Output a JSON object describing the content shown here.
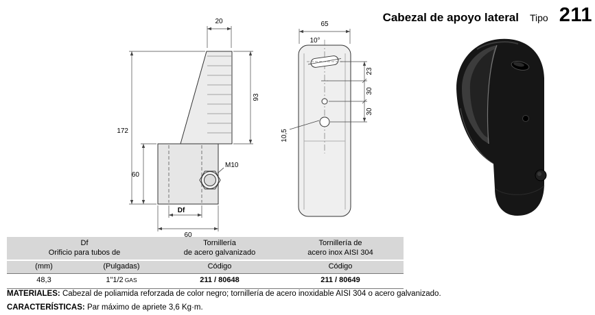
{
  "header": {
    "title": "Cabezal de apoyo lateral",
    "type_label": "Tipo",
    "type_number": "211"
  },
  "side_view": {
    "dim_20": "20",
    "dim_93": "93",
    "dim_172": "172",
    "dim_60_left": "60",
    "dim_60_bottom": "60",
    "dim_df": "Df",
    "thread_label": "M10"
  },
  "front_view": {
    "dim_65": "65",
    "dim_angle": "10°",
    "dim_23": "23",
    "dim_30_a": "30",
    "dim_30_b": "30",
    "dim_105": "10,5"
  },
  "table": {
    "group1_title": "Df",
    "group1_subtitle": "Orificio para tubos de",
    "group2_title": "Tornillería",
    "group2_subtitle": "de acero galvanizado",
    "group3_title": "Tornillería de",
    "group3_subtitle": "acero inox AISI 304",
    "col_mm": "(mm)",
    "col_inches": "(Pulgadas)",
    "col_code_galv": "Código",
    "col_code_inox": "Código",
    "row": {
      "mm": "48,3",
      "inches": "1\"1/2",
      "inches_suffix": "GAS",
      "code_galv": "211 / 80648",
      "code_inox": "211 / 80649"
    }
  },
  "notes": {
    "materials_label": "MATERIALES:",
    "materials_text": "Cabezal de poliamida reforzada de color negro; tornillería de acero inoxidable AISI 304 o acero galvanizado.",
    "characteristics_label": "CARACTERÍSTICAS:",
    "characteristics_text": "Par máximo de apriete 3,6 Kg·m."
  }
}
